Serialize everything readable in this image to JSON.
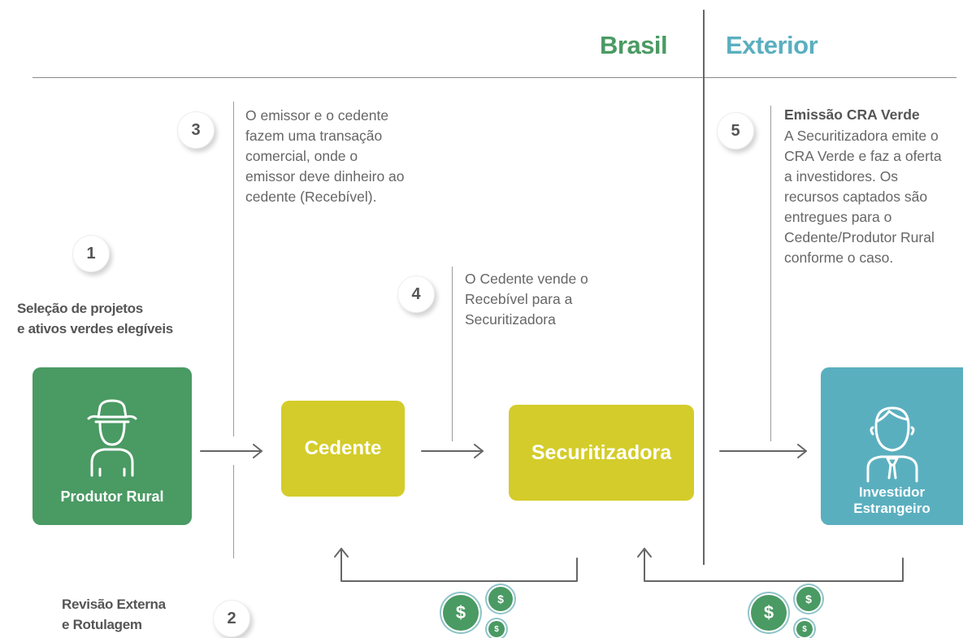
{
  "regions": {
    "brasil": "Brasil",
    "exterior": "Exterior"
  },
  "steps": {
    "s1": {
      "number": "1",
      "label": "Seleção de projetos\ne ativos verdes elegíveis"
    },
    "s2": {
      "number": "2",
      "label": "Revisão Externa\ne Rotulagem"
    },
    "s3": {
      "number": "3",
      "text": "O emissor e o cedente\nfazem uma transação\ncomercial, onde o\nemissor deve dinheiro ao\ncedente (Recebível)."
    },
    "s4": {
      "number": "4",
      "text": "O Cedente vende o\nRecebível para a\nSecuritizadora"
    },
    "s5": {
      "number": "5",
      "title": "Emissão CRA Verde",
      "text": "A Securitizadora emite o\nCRA Verde e faz a oferta\na investidores. Os\nrecursos captados são\nentregues para o\nCedente/Produtor Rural\nconforme o caso."
    }
  },
  "boxes": {
    "produtor": "Produtor Rural",
    "cedente": "Cedente",
    "securitizadora": "Securitizadora",
    "investidor": "Investidor\nEstrangeiro"
  },
  "money": {
    "symbol": "$"
  },
  "colors": {
    "green": "#4a9a63",
    "yellow": "#d4cc2a",
    "teal": "#5aafbf"
  }
}
